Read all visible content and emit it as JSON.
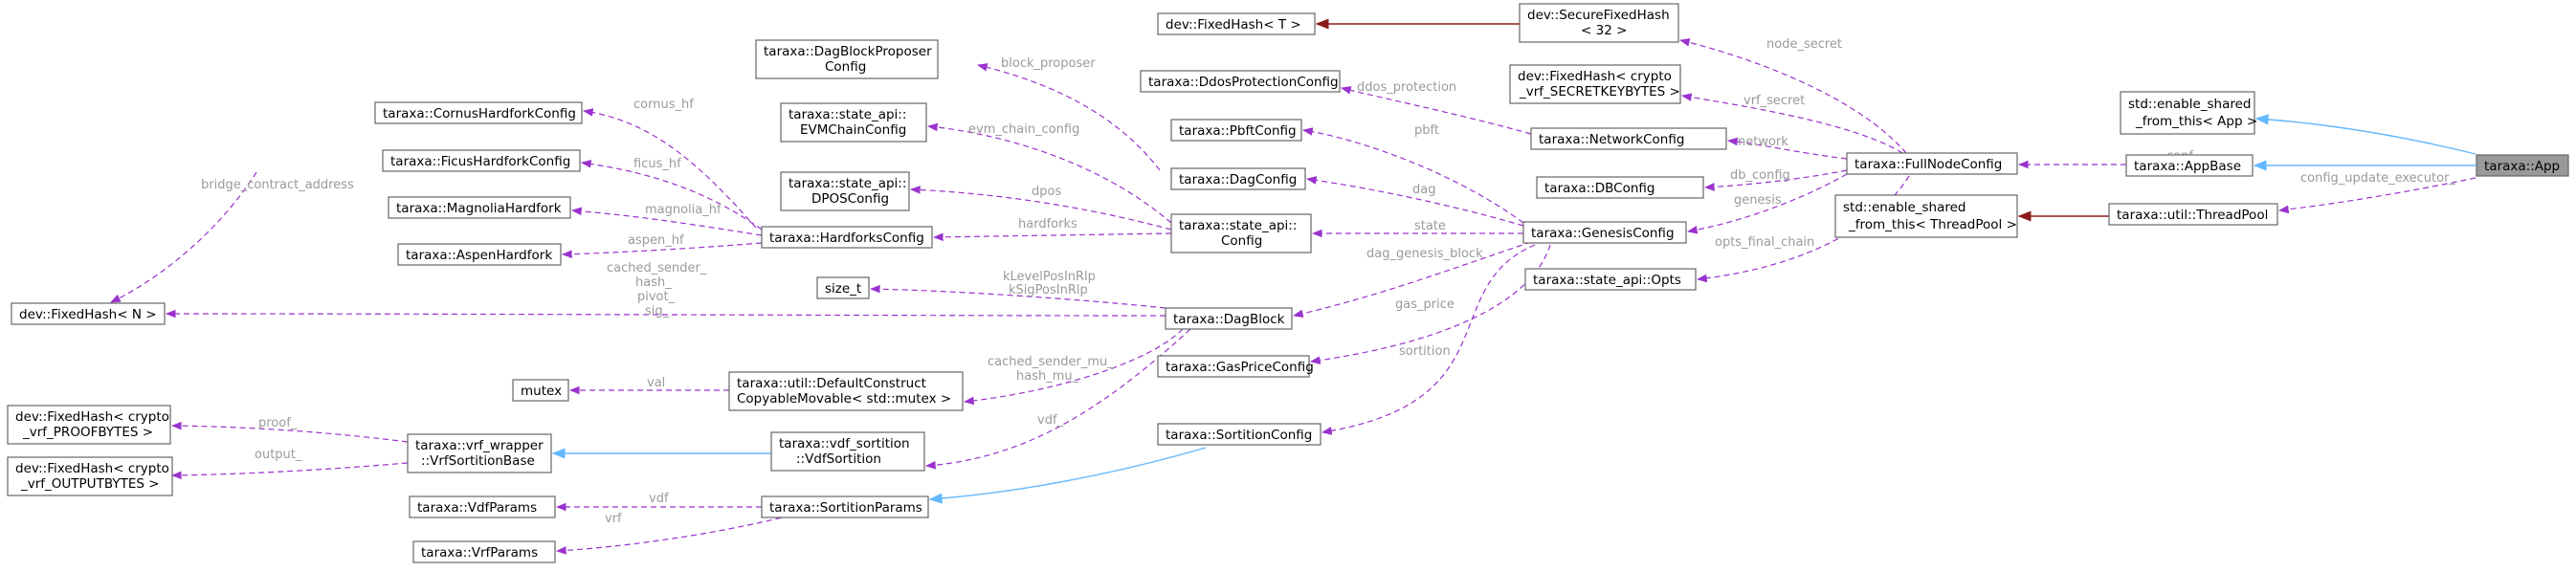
{
  "nodes": {
    "app": [
      "taraxa::App"
    ],
    "enable_shared_app": [
      "std::enable_shared",
      "_from_this< App >"
    ],
    "appbase": [
      "taraxa::AppBase"
    ],
    "threadpool": [
      "taraxa::util::ThreadPool"
    ],
    "enable_shared_tp": [
      "std::enable_shared",
      "_from_this< ThreadPool >"
    ],
    "fullnodeconfig": [
      "taraxa::FullNodeConfig"
    ],
    "securefixedhash": [
      "dev::SecureFixedHash",
      "< 32 >"
    ],
    "fixedhash_t": [
      "dev::FixedHash< T >"
    ],
    "fixedhash_vrf_secret": [
      "dev::FixedHash< crypto",
      "_vrf_SECRETKEYBYTES >"
    ],
    "networkconfig": [
      "taraxa::NetworkConfig"
    ],
    "ddosconfig": [
      "taraxa::DdosProtectionConfig"
    ],
    "dbconfig": [
      "taraxa::DBConfig"
    ],
    "genesisconfig": [
      "taraxa::GenesisConfig"
    ],
    "opts": [
      "taraxa::state_api::Opts"
    ],
    "dagblockproposer": [
      "taraxa::DagBlockProposer",
      "Config"
    ],
    "pbftconfig": [
      "taraxa::PbftConfig"
    ],
    "dagconfig": [
      "taraxa::DagConfig"
    ],
    "evmchainconfig": [
      "taraxa::state_api::",
      "EVMChainConfig"
    ],
    "dposconfig": [
      "taraxa::state_api::",
      "DPOSConfig"
    ],
    "stateapiconfig": [
      "taraxa::state_api::",
      "Config"
    ],
    "hardforksconfig": [
      "taraxa::HardforksConfig"
    ],
    "cornus": [
      "taraxa::CornusHardforkConfig"
    ],
    "ficus": [
      "taraxa::FicusHardforkConfig"
    ],
    "magnolia": [
      "taraxa::MagnoliaHardfork"
    ],
    "aspen": [
      "taraxa::AspenHardfork"
    ],
    "fixedhash_n": [
      "dev::FixedHash< N >"
    ],
    "size_t": [
      "size_t"
    ],
    "dagblock": [
      "taraxa::DagBlock"
    ],
    "gaspriceconfig": [
      "taraxa::GasPriceConfig"
    ],
    "defaultconstruct": [
      "taraxa::util::DefaultConstruct",
      "CopyableMovable< std::mutex >"
    ],
    "mutex": [
      "mutex"
    ],
    "fixedhash_proof": [
      "dev::FixedHash< crypto",
      "_vrf_PROOFBYTES >"
    ],
    "fixedhash_output": [
      "dev::FixedHash< crypto",
      "_vrf_OUTPUTBYTES >"
    ],
    "vrfsortitionbase": [
      "taraxa::vrf_wrapper",
      "::VrfSortitionBase"
    ],
    "vdfsortition": [
      "taraxa::vdf_sortition",
      "::VdfSortition"
    ],
    "sortitionconfig": [
      "taraxa::SortitionConfig"
    ],
    "sortitionparams": [
      "taraxa::SortitionParams"
    ],
    "vdfparams": [
      "taraxa::VdfParams"
    ],
    "vrfparams": [
      "taraxa::VrfParams"
    ]
  },
  "edge_labels": {
    "conf": [
      "conf_"
    ],
    "config_update_executor": [
      "config_update_executor_"
    ],
    "node_secret": [
      "node_secret"
    ],
    "vrf_secret": [
      "vrf_secret"
    ],
    "network": [
      "network"
    ],
    "db_config": [
      "db_config"
    ],
    "genesis": [
      "genesis"
    ],
    "opts_final_chain": [
      "opts_final_chain"
    ],
    "ddos_protection": [
      "ddos_protection"
    ],
    "block_proposer": [
      "block_proposer"
    ],
    "evm_chain_config": [
      "evm_chain_config"
    ],
    "pbft": [
      "pbft"
    ],
    "dag": [
      "dag"
    ],
    "dpos": [
      "dpos"
    ],
    "hardforks": [
      "hardforks"
    ],
    "state": [
      "state"
    ],
    "cornus_hf": [
      "cornus_hf"
    ],
    "ficus_hf": [
      "ficus_hf"
    ],
    "magnolia_hf": [
      "magnolia_hf"
    ],
    "aspen_hf": [
      "aspen_hf"
    ],
    "bridge_contract_address": [
      "bridge_contract_address"
    ],
    "dagblock_hash": [
      "cached_sender_",
      "hash_",
      "pivot_",
      "sig_"
    ],
    "klevel": [
      "kLevelPosInRlp",
      "kSigPosInRlp"
    ],
    "dag_genesis_block": [
      "dag_genesis_block"
    ],
    "gas_price": [
      "gas_price"
    ],
    "sortition": [
      "sortition"
    ],
    "cached_sender_mu": [
      "cached_sender_mu_",
      "hash_mu_"
    ],
    "val": [
      "val"
    ],
    "vdf_member": [
      "vdf_"
    ],
    "proof": [
      "proof_"
    ],
    "output": [
      "output_"
    ],
    "vdf": [
      "vdf"
    ],
    "vrf": [
      "vrf"
    ]
  },
  "colors": {
    "usage_edge": "#9a32cd",
    "inheritance_edge": "#63b8ff",
    "template_edge": "#8b1a1a",
    "root_fill": "#999999",
    "node_border": "#666666",
    "label_text": "#9a9a9a"
  }
}
